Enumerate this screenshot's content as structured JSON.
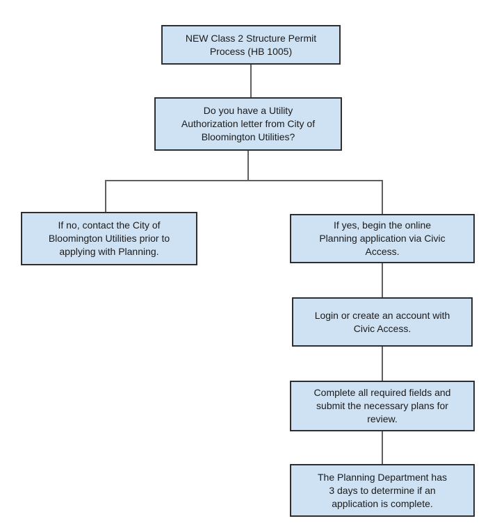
{
  "diagram": {
    "type": "flowchart",
    "title": "NEW Class 2 Structure Permit Process (HB 1005)",
    "style": {
      "node_fill": "#cfe2f3",
      "node_border": "#2e2e2e",
      "text_color": "#1a1a1a",
      "connector_color": "#5f5f5f",
      "background": "#ffffff"
    },
    "nodes": {
      "start": {
        "text": "NEW Class 2 Structure Permit\nProcess (HB 1005)"
      },
      "decision": {
        "text": "Do you have a Utility\nAuthorization letter from City of\nBloomington Utilities?"
      },
      "no_branch": {
        "text": "If no, contact the City of\nBloomington Utilities prior to\napplying with Planning."
      },
      "yes_branch": {
        "text": "If yes, begin the online\nPlanning application via Civic\nAccess."
      },
      "login": {
        "text": "Login or create an account with\nCivic Access."
      },
      "complete_fields": {
        "text": "Complete all required fields and\nsubmit the necessary plans for\nreview."
      },
      "review_window": {
        "text": "The Planning Department has\n3 days to determine if an\napplication is complete."
      }
    },
    "edges": [
      {
        "from": "start",
        "to": "decision"
      },
      {
        "from": "decision",
        "to": "no_branch",
        "condition": "no"
      },
      {
        "from": "decision",
        "to": "yes_branch",
        "condition": "yes"
      },
      {
        "from": "yes_branch",
        "to": "login"
      },
      {
        "from": "login",
        "to": "complete_fields"
      },
      {
        "from": "complete_fields",
        "to": "review_window"
      }
    ]
  }
}
